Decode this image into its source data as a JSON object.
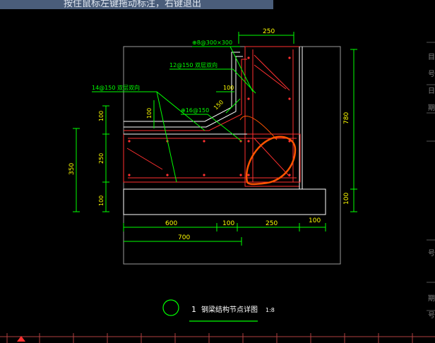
{
  "banner": {
    "text": "按住鼠标左键拖动标注，右键退出"
  },
  "drawing": {
    "dim_top": "250",
    "dim_right_top": "780",
    "dim_right_bottom": "100",
    "dim_left_total": "350",
    "dim_left_a": "100",
    "dim_left_b": "250",
    "dim_left_c": "100",
    "dim_bottom": [
      "600",
      "100",
      "250",
      "100"
    ],
    "dim_bottom_total": "700",
    "dim_inner_100": "100",
    "dim_inner_150": "150",
    "dim_inner_100b": "100",
    "label_rebar_top": "⊕8@300×300",
    "label_rebar_12": "12@150 双层双向",
    "label_rebar_14": "14@150 双层双向",
    "label_rebar_16": "⊕16@150",
    "title_number": "1",
    "title_text": "钢梁结构节点详图",
    "title_scale": "1:8"
  },
  "right_strip_chars": [
    "目",
    "号",
    "日",
    "期",
    "号",
    "期",
    "号"
  ],
  "colors": {
    "background": "#000000",
    "dimension": "#00ff00",
    "concrete_outline": "#ff0000",
    "rebar": "#ffffff",
    "cloud": "#ff5500",
    "leader": "#00ff00",
    "dim_text": "#ffff00",
    "banner": "#4a5d7a"
  }
}
